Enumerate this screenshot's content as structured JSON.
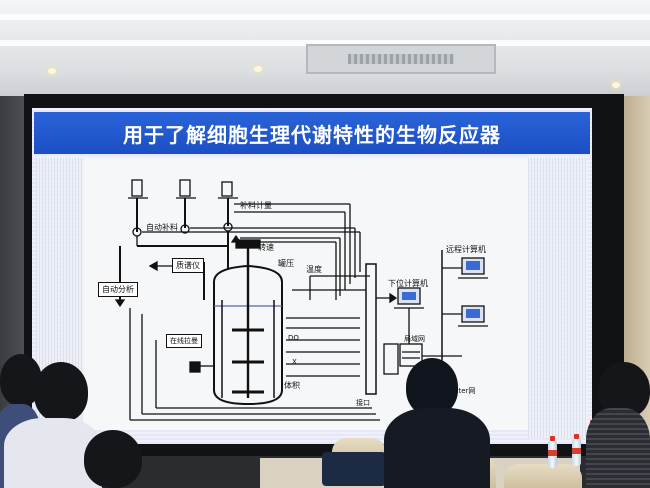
{
  "slide": {
    "title": "用于了解细胞生理代谢特性的生物反应器"
  },
  "diagram_labels": {
    "feed_metering": "补料计量",
    "auto_feed": "自动补料",
    "speed": "转速",
    "mass_spectrometer": "质谱仪",
    "temperature": "温度",
    "pressure": "罐压",
    "auto_analysis": "自动分析",
    "lower_computer": "下位计算机",
    "remote_computer": "远程计算机",
    "lan": "局域网",
    "online_sampling": "在线拉曼",
    "do": "DO",
    "x": "X",
    "volume": "体积",
    "interface": "接口",
    "internet": "Inter网"
  },
  "colors": {
    "title_bar": "#1c4fc4",
    "screen_bg": "#eef1fb",
    "ceiling": "#e6e8ea"
  }
}
